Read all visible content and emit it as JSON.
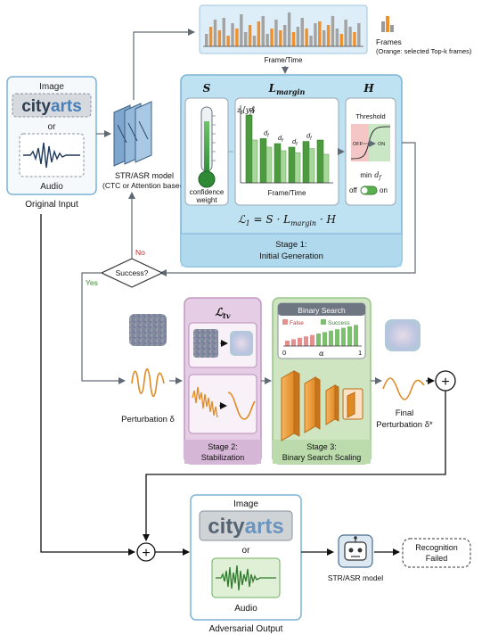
{
  "original_input": {
    "image_label": "Image",
    "logo_part1": "city",
    "logo_part2": "arts",
    "or_label": "or",
    "audio_label": "Audio",
    "caption": "Original Input"
  },
  "model": {
    "title": "STR/ASR model",
    "subtitle": "(CTC or Attention based)"
  },
  "frames_chart": {
    "axis_label": "Frame/Time",
    "legend_title": "Frames",
    "legend_note": "(Orange: selected Top-k frames)",
    "values": [
      0.35,
      0.55,
      0.75,
      0.45,
      0.8,
      0.3,
      0.65,
      0.5,
      0.9,
      0.4,
      0.6,
      0.3,
      0.7,
      0.85,
      0.35,
      0.5,
      0.75,
      0.45,
      0.6,
      0.95,
      0.4,
      0.55,
      0.8,
      0.5,
      0.3,
      0.65,
      0.7,
      0.45,
      0.6,
      0.85,
      0.5,
      0.35,
      0.75,
      0.55,
      0.4,
      0.65
    ],
    "selected": [
      false,
      true,
      false,
      true,
      false,
      true,
      false,
      true,
      false,
      false,
      true,
      false,
      true,
      false,
      false,
      true,
      false,
      true,
      false,
      false,
      true,
      false,
      false,
      true,
      false,
      false,
      true,
      false,
      true,
      false,
      false,
      true,
      false,
      false,
      true,
      false
    ]
  },
  "stage1": {
    "s_symbol": "S",
    "l_margin_symbol": "L",
    "l_margin_sub": "margin",
    "h_symbol": "H",
    "thermo_label_1": "confidence",
    "thermo_label_2": "weight",
    "z_label": "z",
    "z_sub": "t",
    "z_bracket": "[y",
    "d_label": "d",
    "d_sub": "f",
    "margin_axis": "Frame/Time",
    "threshold_title": "Threshold",
    "off_tag": "OFF",
    "on_tag": "ON",
    "min_label": "min",
    "min_var": "d",
    "toggle_off": "off",
    "toggle_on": "on",
    "formula": "ℒ₁ = S · L_margin · H",
    "stage_title": "Stage 1:",
    "stage_name": "Initial  Generation",
    "bars_green": [
      0.95,
      0.62,
      0.55,
      0.5,
      0.58,
      0.6
    ],
    "bars_light": [
      0.6,
      0.5,
      0.45,
      0.42,
      0.48,
      0.4
    ]
  },
  "decision": {
    "text": "Success?",
    "no_label": "No",
    "yes_label": "Yes"
  },
  "lower": {
    "perturb_label": "Perturbation δ",
    "stage2_symbol": "ℒ",
    "stage2_sub": "tv",
    "stage2_title": "Stage 2:",
    "stage2_name": "Stabilization",
    "binary_title": "Binary Search",
    "false_label": "False",
    "success_label": "Success",
    "axis_0": "0",
    "axis_alpha": "α",
    "axis_1": "1",
    "stage3_title": "Stage 3:",
    "stage3_name": "Binary Search Scaling",
    "final_label_1": "Final",
    "final_label_2": "Perturbation δ*",
    "plus": "+"
  },
  "adversarial": {
    "image_label": "Image",
    "logo_part1": "city",
    "logo_part2": "arts",
    "or_label": "or",
    "audio_label": "Audio",
    "caption": "Adversarial Output",
    "model_label": "STR/ASR model",
    "result_1": "Recognition",
    "result_2": "Failed"
  },
  "colors": {
    "blue_border": "#7ab3d6",
    "blue_fill": "#bfe2f2",
    "purple_fill": "#e6cde6",
    "green_fill": "#cfe5c2",
    "orange": "#f0902a",
    "green_bar": "#4d9a40",
    "arrow": "#606a74"
  }
}
